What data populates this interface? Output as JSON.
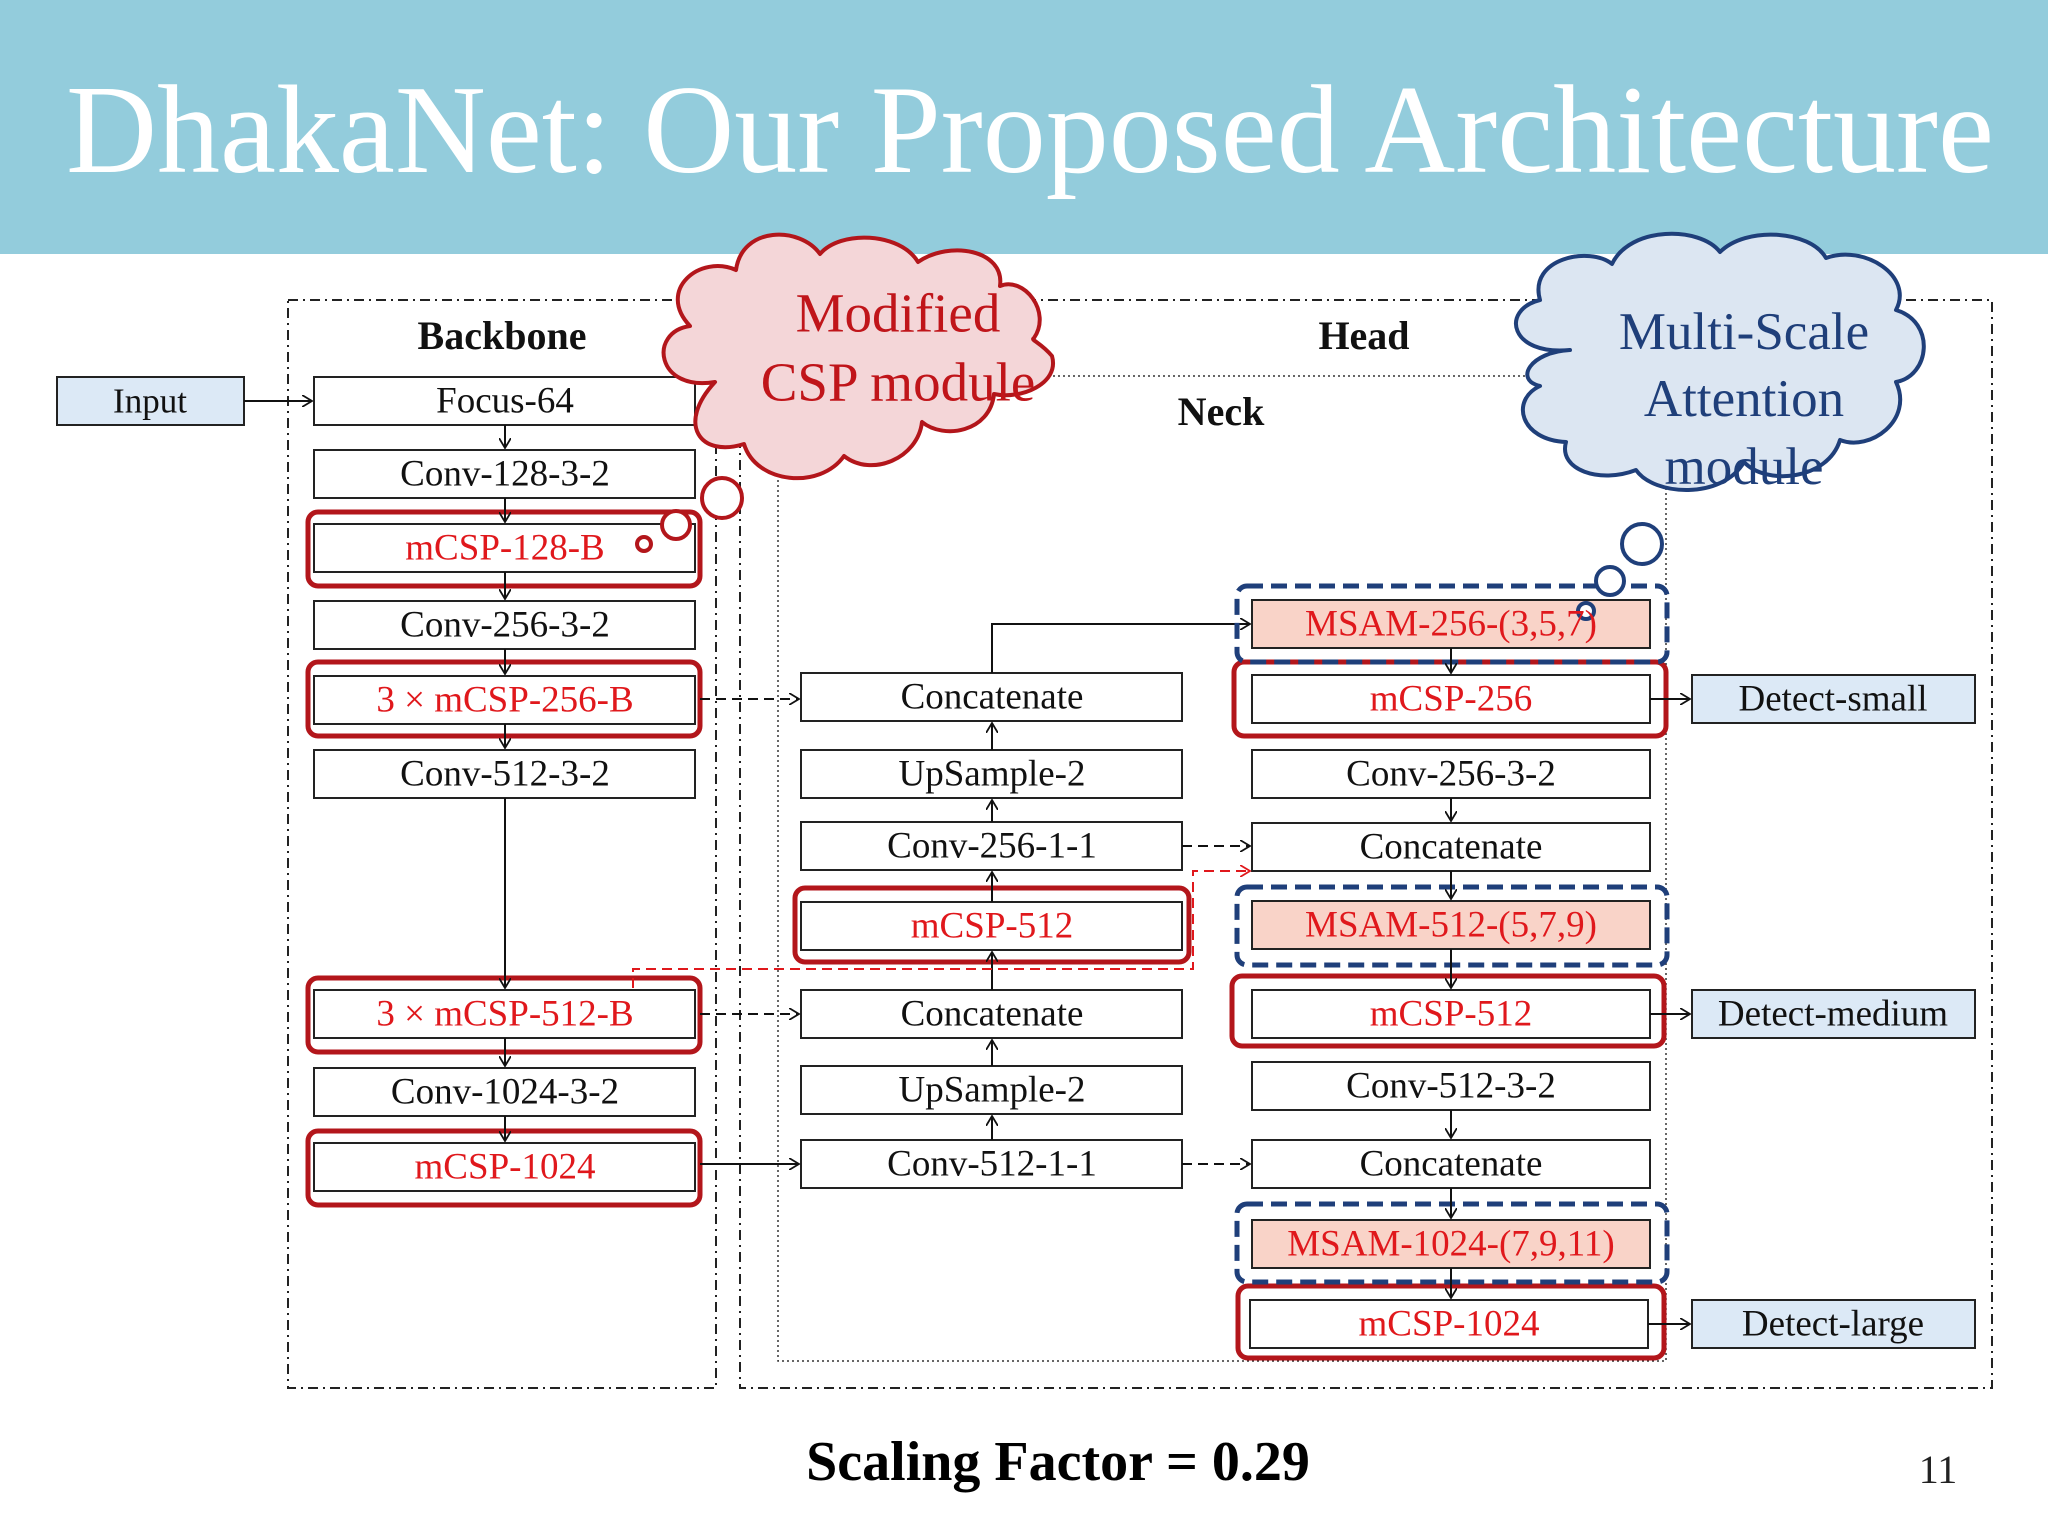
{
  "slide": {
    "title": "DhakaNet: Our Proposed Architecture",
    "footer": "Scaling Factor = 0.29",
    "page_number": "11"
  },
  "sections": {
    "backbone": "Backbone",
    "head": "Head",
    "neck": "Neck"
  },
  "callouts": {
    "csp_line1": "Modified",
    "csp_line2": "CSP module",
    "msam_line1": "Multi-Scale",
    "msam_line2": "Attention",
    "msam_line3": "module"
  },
  "input": "Input",
  "backbone_blocks": [
    "Focus-64",
    "Conv-128-3-2",
    "mCSP-128-B",
    "Conv-256-3-2",
    "3 × mCSP-256-B",
    "Conv-512-3-2",
    "3 × mCSP-512-B",
    "Conv-1024-3-2",
    "mCSP-1024"
  ],
  "neck_blocks": [
    "Concatenate",
    "UpSample-2",
    "Conv-256-1-1",
    "mCSP-512",
    "Concatenate",
    "UpSample-2",
    "Conv-512-1-1"
  ],
  "head_blocks": [
    "MSAM-256-(3,5,7)",
    "mCSP-256",
    "Conv-256-3-2",
    "Concatenate",
    "MSAM-512-(5,7,9)",
    "mCSP-512",
    "Conv-512-3-2",
    "Concatenate",
    "MSAM-1024-(7,9,11)",
    "mCSP-1024"
  ],
  "outputs": [
    "Detect-small",
    "Detect-medium",
    "Detect-large"
  ],
  "colors": {
    "banner": "#93ccdc",
    "highlight_red": "#b3161b",
    "text_red": "#e0181c",
    "highlight_blue": "#1f3f7a",
    "msam_fill": "#f9d3c8",
    "io_fill": "#dce9f6",
    "csp_cloud_fill": "#f4d6d8",
    "msam_cloud_fill": "#dce6f2"
  }
}
